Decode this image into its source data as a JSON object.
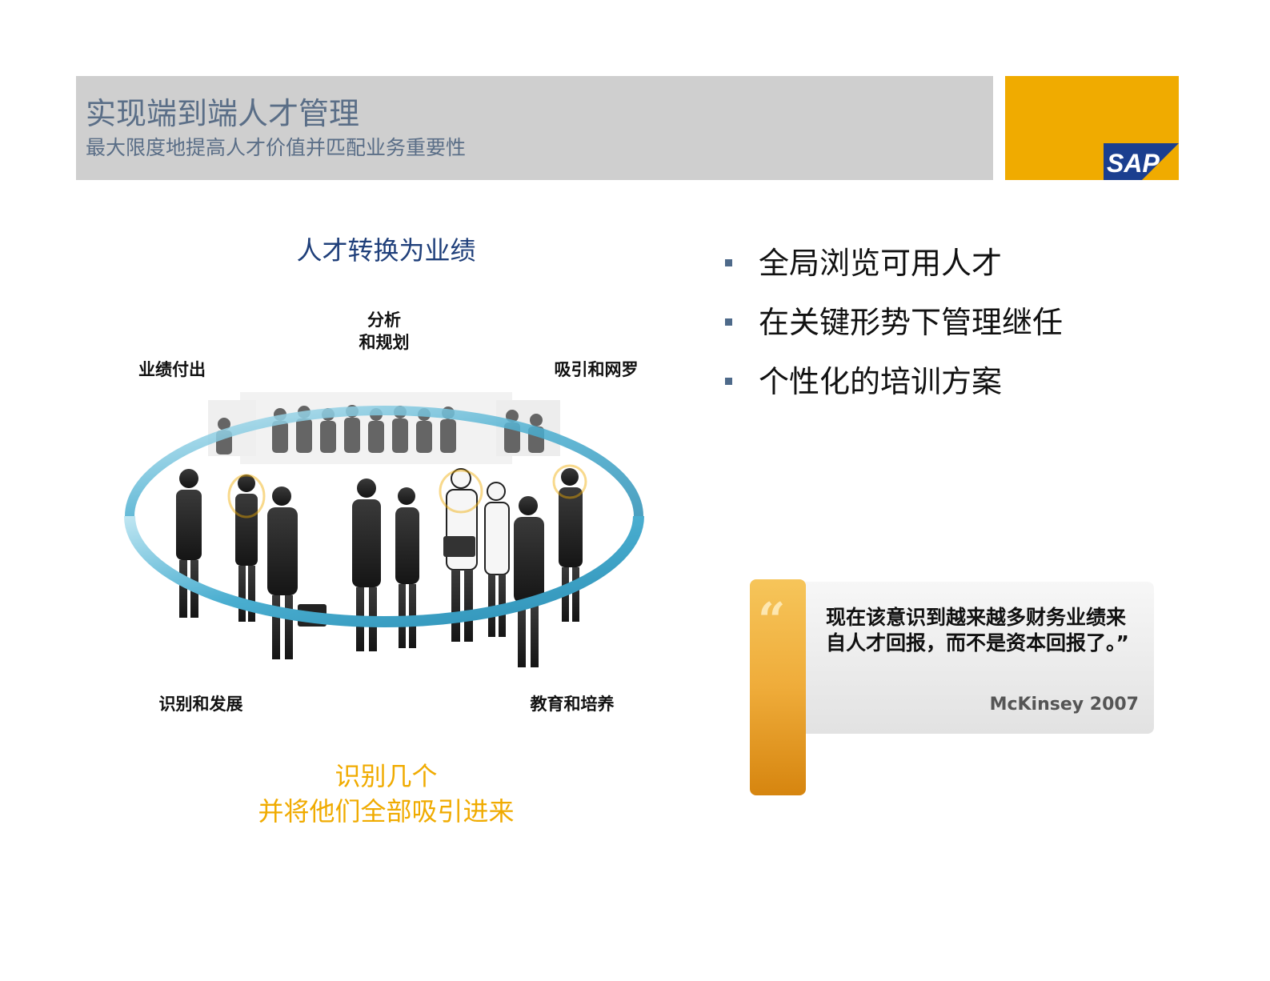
{
  "header": {
    "title": "实现端到端人才管理",
    "subtitle": "最大限度地提高人才价值并匹配业务重要性",
    "logo_text": "SAP",
    "colors": {
      "bar": "#cfcfcf",
      "logo_block": "#f0ab00",
      "logo_blue": "#1b3f8f"
    }
  },
  "diagram": {
    "title": "人才转换为业绩",
    "labels": {
      "top": "分析\n和规划",
      "top_left": "业绩付出",
      "top_right": "吸引和网罗",
      "bottom_left": "识别和发展",
      "bottom_right": "教育和培养"
    },
    "ring_color": "#4aaed0",
    "caption_line1": "识别几个",
    "caption_line2": "并将他们全部吸引进来"
  },
  "bullets": [
    "全局浏览可用人才",
    "在关键形势下管理继任",
    "个性化的培训方案"
  ],
  "quote": {
    "mark": "“",
    "text": "现在该意识到越来越多财务业绩来自人才回报，而不是资本回报了。”",
    "source": "McKinsey 2007"
  }
}
